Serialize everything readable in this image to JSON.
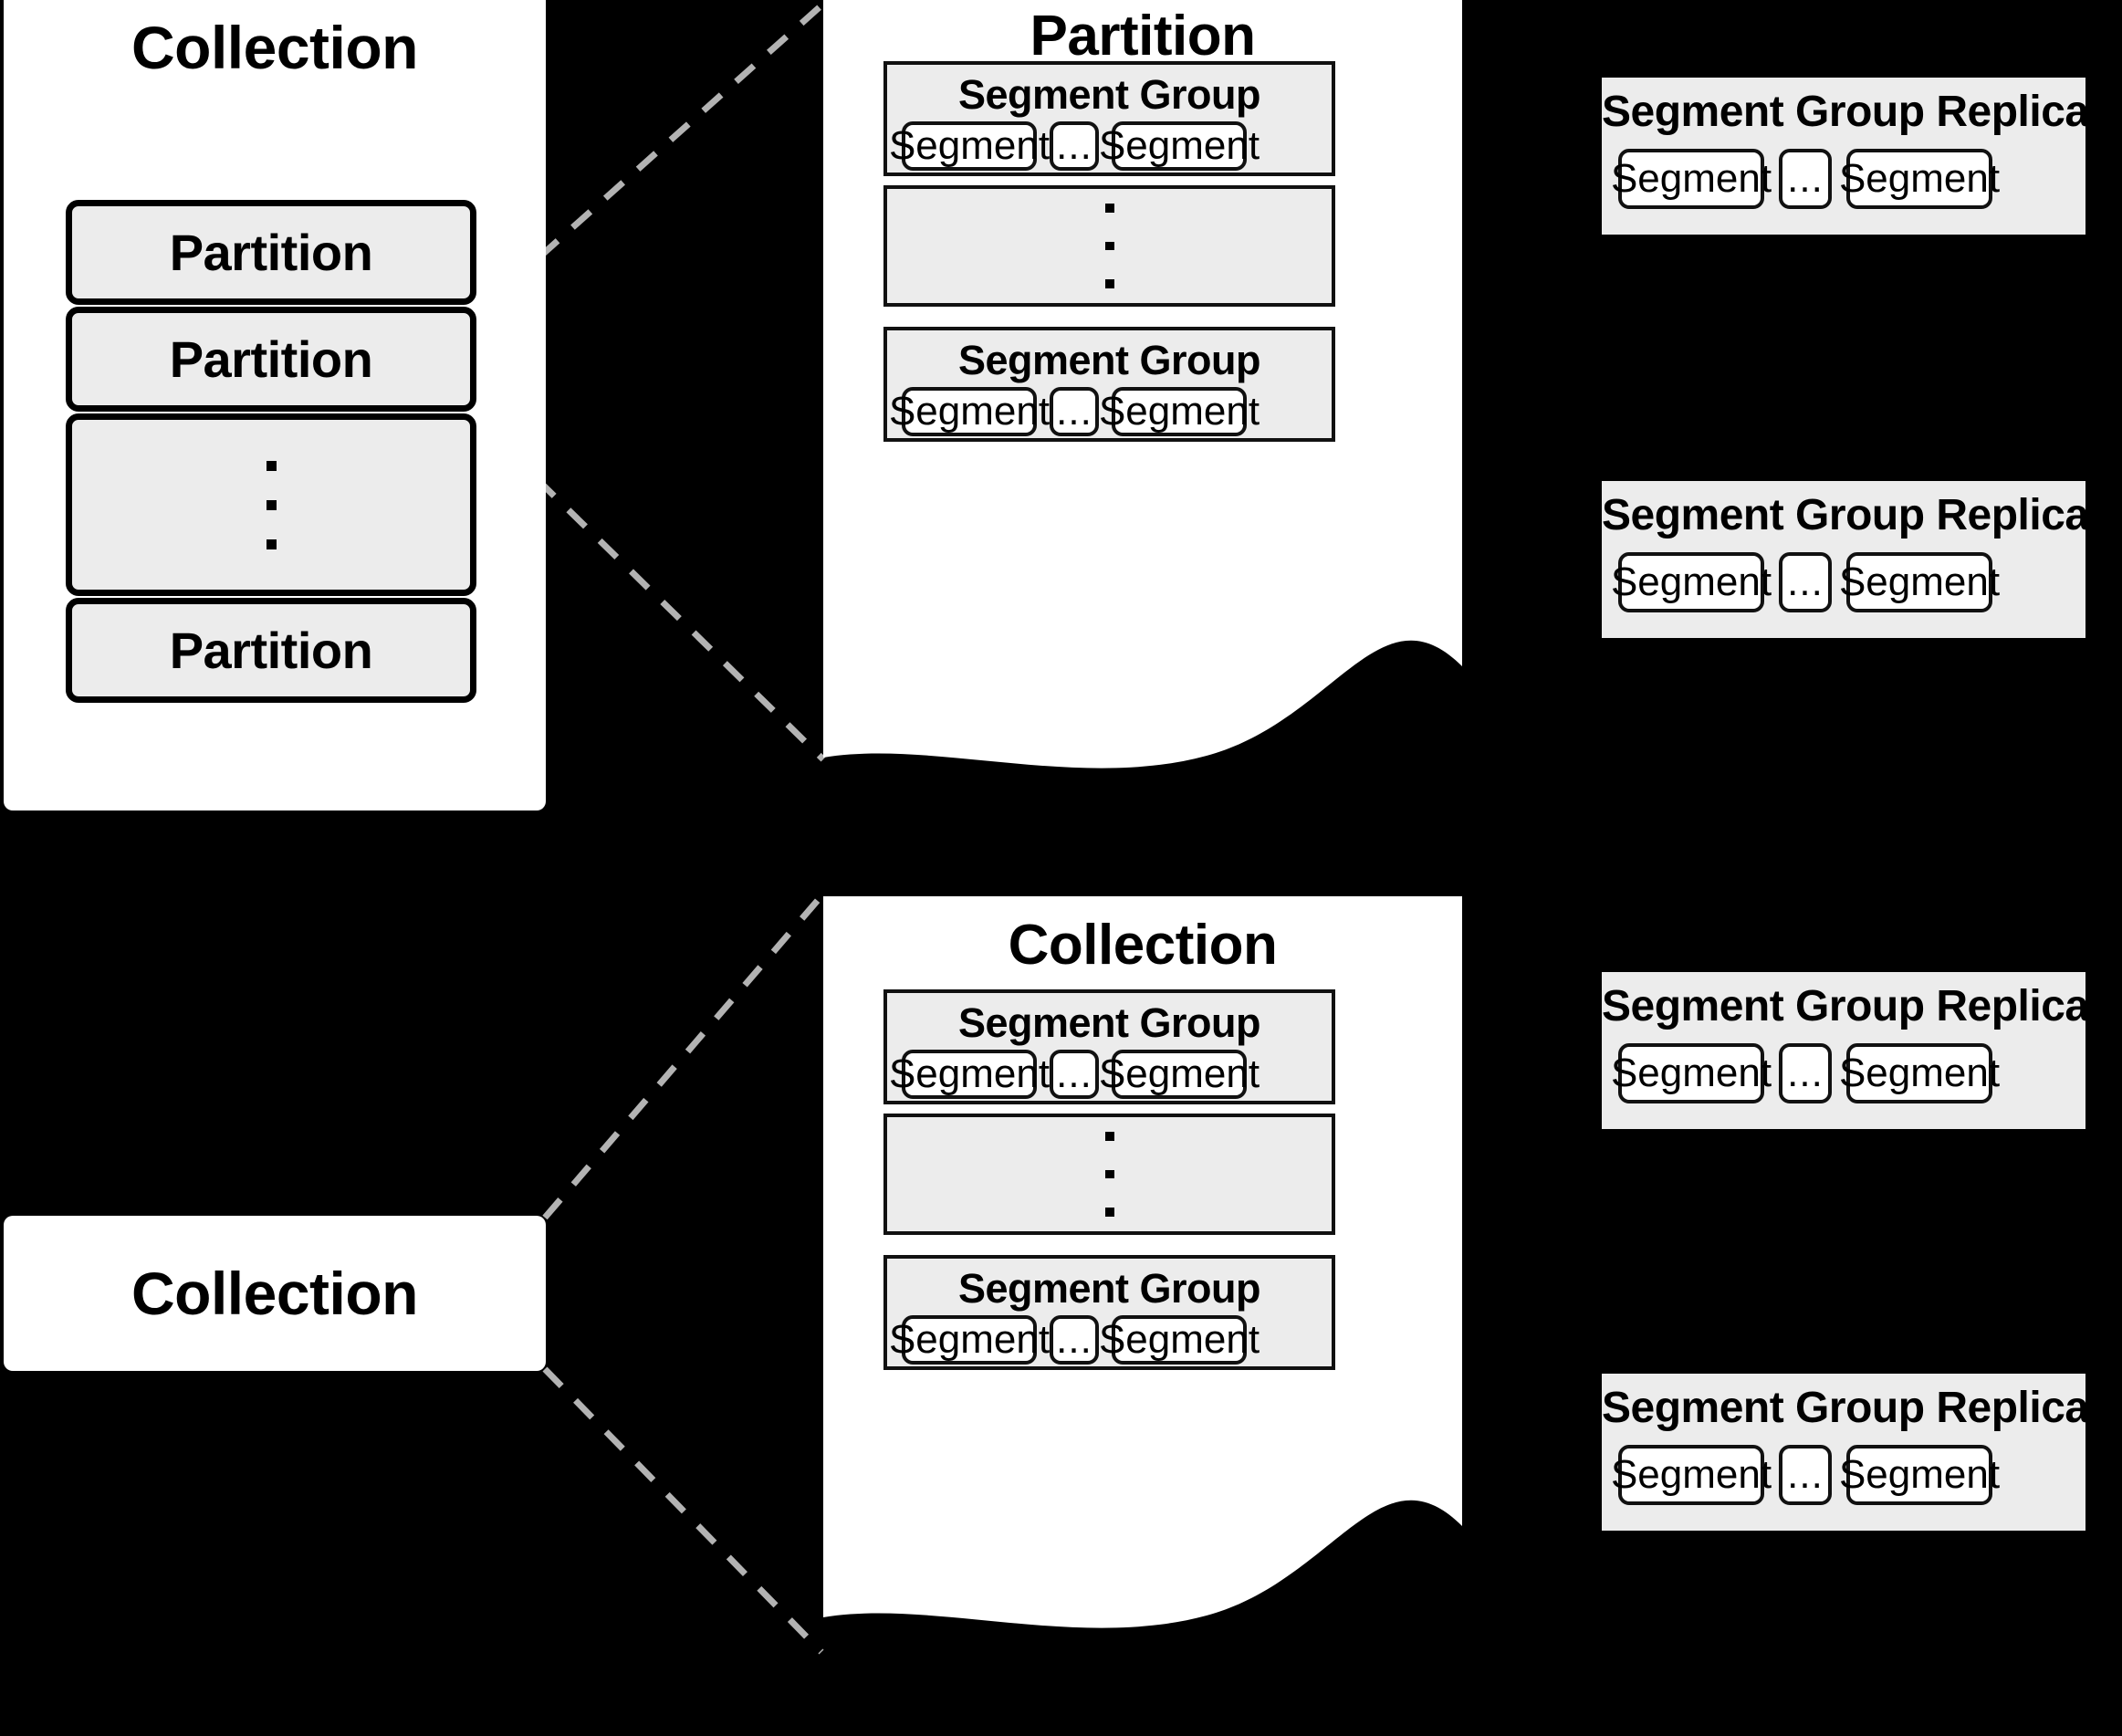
{
  "diagram": {
    "title": "Collection / Partition / Segment Group hierarchy",
    "background_color": "#000000",
    "panel_color": "#ffffff",
    "box_fill_color": "#ececec",
    "line_color": "#000000",
    "connector_color": "#b3b3b3"
  },
  "top": {
    "collection_panel": {
      "title": "Collection",
      "partitions": [
        {
          "label": "Partition"
        },
        {
          "label": "Partition"
        },
        {
          "label": "",
          "is_ellipsis": true
        },
        {
          "label": "Partition"
        }
      ]
    },
    "partition_panel": {
      "title": "Partition",
      "segment_groups": [
        {
          "title": "Segment Group",
          "segments": [
            "Segment",
            "...",
            "Segment"
          ]
        },
        {
          "title": "",
          "is_ellipsis": true,
          "segments": []
        },
        {
          "title": "Segment Group",
          "segments": [
            "Segment",
            "...",
            "Segment"
          ]
        }
      ]
    },
    "replicas": [
      {
        "title": "Segment Group Replica",
        "segments": [
          "Segment",
          "...",
          "Segment"
        ]
      },
      {
        "title": "Segment Group Replica",
        "segments": [
          "Segment",
          "...",
          "Segment"
        ]
      }
    ]
  },
  "bottom": {
    "collection_box": {
      "title": "Collection"
    },
    "collection_panel": {
      "title": "Collection",
      "segment_groups": [
        {
          "title": "Segment Group",
          "segments": [
            "Segment",
            "...",
            "Segment"
          ]
        },
        {
          "title": "",
          "is_ellipsis": true,
          "segments": []
        },
        {
          "title": "Segment Group",
          "segments": [
            "Segment",
            "...",
            "Segment"
          ]
        }
      ]
    },
    "replicas": [
      {
        "title": "Segment Group Replica",
        "segments": [
          "Segment",
          "...",
          "Segment"
        ]
      },
      {
        "title": "Segment Group Replica",
        "segments": [
          "Segment",
          "...",
          "Segment"
        ]
      }
    ]
  }
}
